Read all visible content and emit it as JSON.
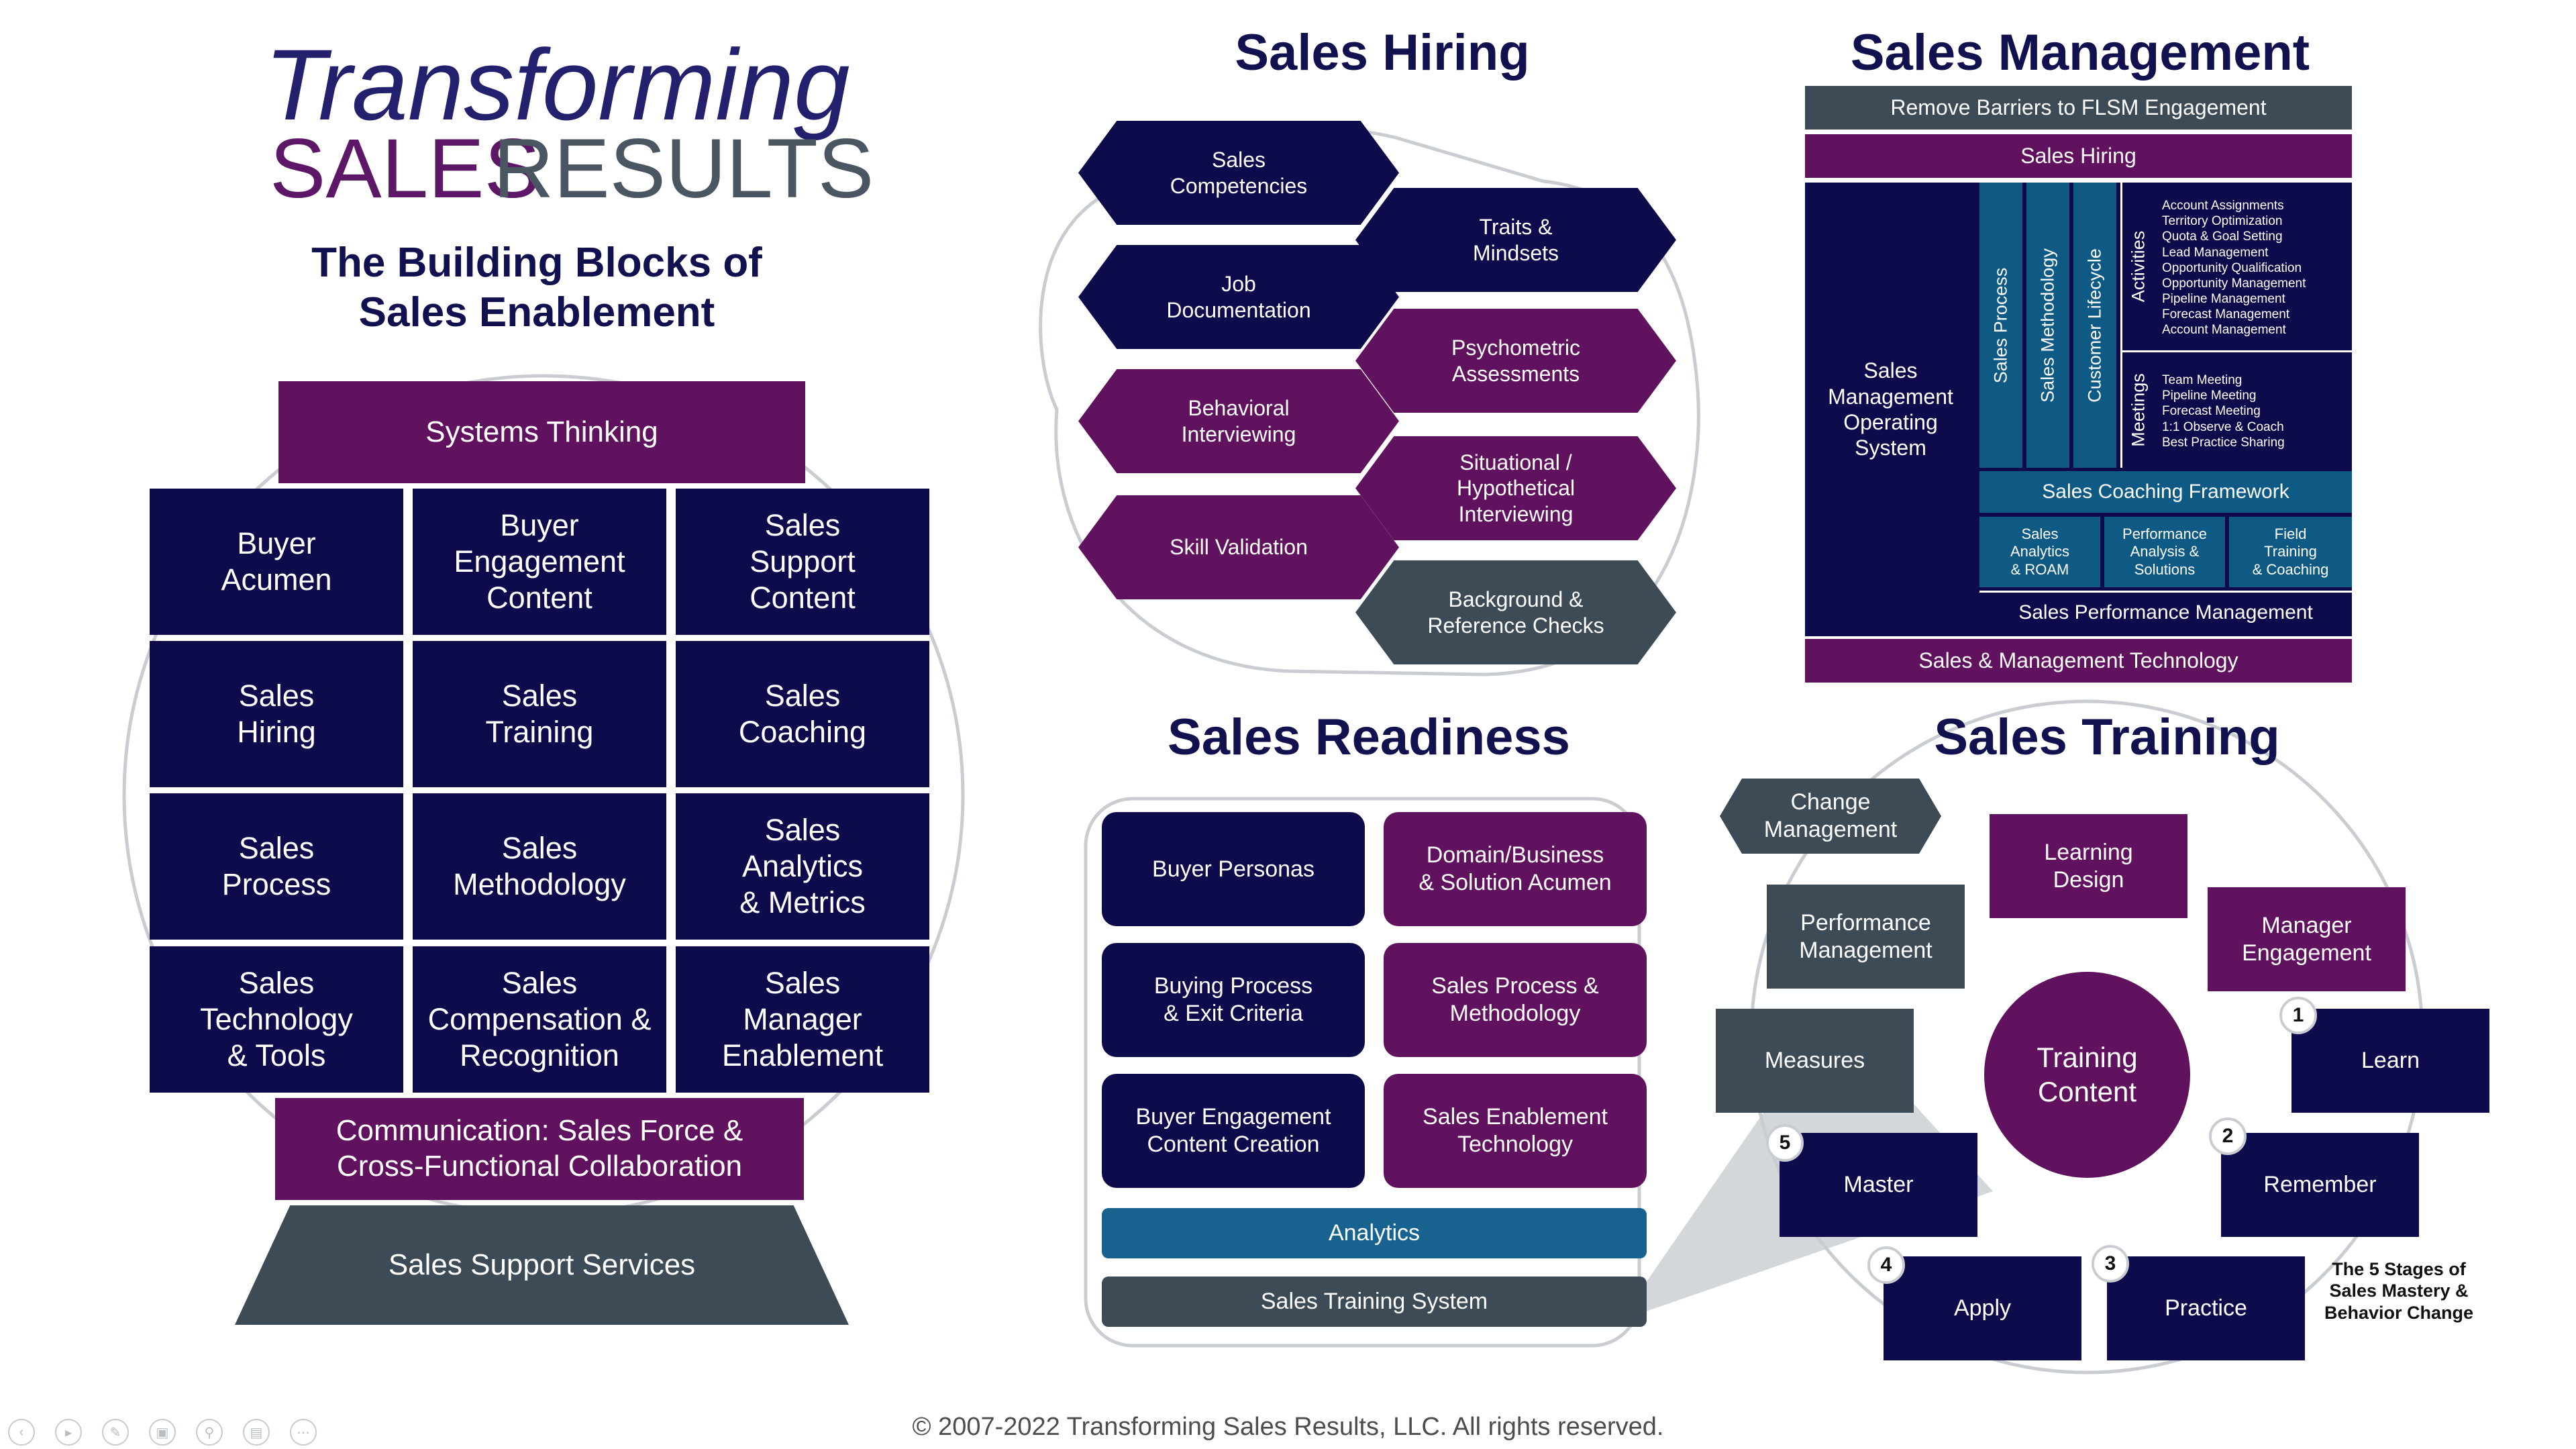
{
  "logo": {
    "line1": "Transforming",
    "sales": "SALES",
    "results": "RESULTS"
  },
  "left": {
    "title": "The Building Blocks of\nSales Enablement",
    "top_bar": "Systems Thinking",
    "grid": [
      "Buyer\nAcumen",
      "Buyer\nEngagement\nContent",
      "Sales\nSupport\nContent",
      "Sales\nHiring",
      "Sales\nTraining",
      "Sales\nCoaching",
      "Sales\nProcess",
      "Sales\nMethodology",
      "Sales\nAnalytics\n& Metrics",
      "Sales\nTechnology\n& Tools",
      "Sales\nCompensation &\nRecognition",
      "Sales\nManager\nEnablement"
    ],
    "communication": "Communication: Sales Force &\nCross-Functional Collaboration",
    "support": "Sales Support Services"
  },
  "hiring": {
    "title": "Sales Hiring",
    "items": [
      "Sales\nCompetencies",
      "Traits &\nMindsets",
      "Job\nDocumentation",
      "Psychometric\nAssessments",
      "Behavioral\nInterviewing",
      "Situational /\nHypothetical\nInterviewing",
      "Skill Validation",
      "Background &\nReference Checks"
    ]
  },
  "management": {
    "title": "Sales Management",
    "remove_barriers": "Remove Barriers to FLSM Engagement",
    "sales_hiring": "Sales Hiring",
    "operating_system": "Sales\nManagement\nOperating\nSystem",
    "vertical": [
      "Sales Process",
      "Sales Methodology",
      "Customer Lifecycle"
    ],
    "activities_label": "Activities",
    "activities": "Account Assignments\nTerritory Optimization\nQuota & Goal Setting\nLead Management\nOpportunity Qualification\nOpportunity Management\nPipeline Management\nForecast Management\nAccount Management",
    "meetings_label": "Meetings",
    "meetings": "Team Meeting\nPipeline Meeting\nForecast Meeting\n1:1 Observe & Coach\nBest Practice Sharing",
    "coaching_framework": "Sales Coaching Framework",
    "analytics": "Sales\nAnalytics\n& ROAM",
    "performance_analysis": "Performance\nAnalysis &\nSolutions",
    "field_training": "Field\nTraining\n& Coaching",
    "performance_management": "Sales Performance Management",
    "technology": "Sales & Management Technology"
  },
  "readiness": {
    "title": "Sales Readiness",
    "items": [
      "Buyer Personas",
      "Domain/Business\n& Solution Acumen",
      "Buying Process\n& Exit Criteria",
      "Sales Process &\nMethodology",
      "Buyer Engagement\nContent Creation",
      "Sales Enablement\nTechnology"
    ],
    "analytics": "Analytics",
    "training_system": "Sales Training System"
  },
  "training": {
    "title": "Sales Training",
    "change_management": "Change\nManagement",
    "learning_design": "Learning\nDesign",
    "manager_engagement": "Manager\nEngagement",
    "performance_management": "Performance\nManagement",
    "measures": "Measures",
    "content": "Training\nContent",
    "stages": [
      {
        "num": "1",
        "label": "Learn"
      },
      {
        "num": "2",
        "label": "Remember"
      },
      {
        "num": "3",
        "label": "Practice"
      },
      {
        "num": "4",
        "label": "Apply"
      },
      {
        "num": "5",
        "label": "Master"
      }
    ],
    "stages_note": "The 5 Stages of\nSales Mastery &\nBehavior Change"
  },
  "footer": "© 2007-2022 Transforming Sales Results, LLC. All rights reserved.",
  "colors": {
    "navy": "#0e0b4d",
    "purple": "#61125e",
    "slate": "#3d4b56",
    "teal": "#0f5a85"
  },
  "toolbar_icons": [
    "previous-icon",
    "play-icon",
    "pen-icon",
    "slides-icon",
    "zoom-icon",
    "subtitles-icon",
    "more-icon"
  ]
}
